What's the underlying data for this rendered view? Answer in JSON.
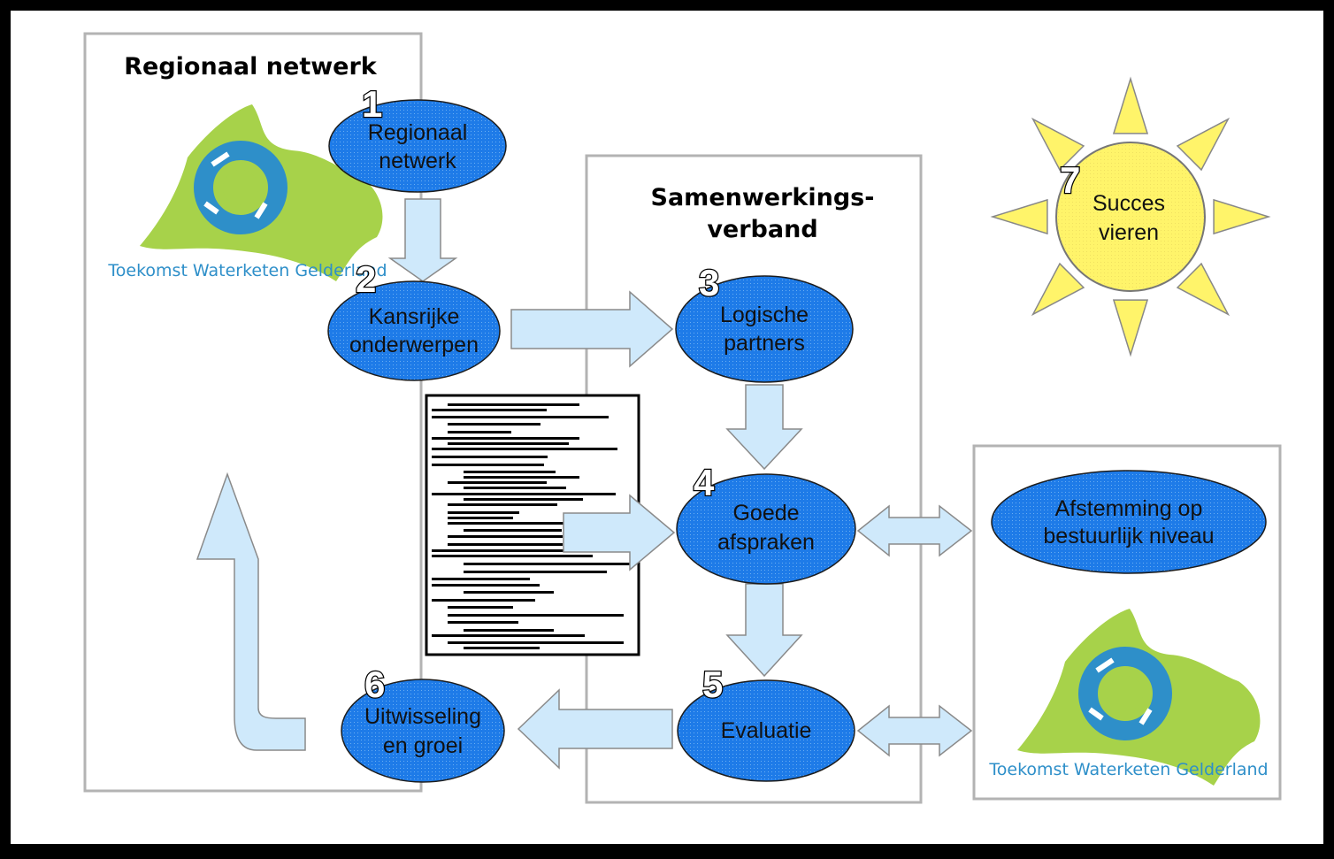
{
  "titles": {
    "regional": "Regionaal netwerk",
    "samen_line1": "Samenwerkings-",
    "samen_line2": "verband"
  },
  "steps": [
    {
      "num": "1",
      "line1": "Regionaal",
      "line2": "netwerk"
    },
    {
      "num": "2",
      "line1": "Kansrijke",
      "line2": "onderwerpen"
    },
    {
      "num": "3",
      "line1": "Logische",
      "line2": "partners"
    },
    {
      "num": "4",
      "line1": "Goede",
      "line2": "afspraken"
    },
    {
      "num": "5",
      "line1": "Evaluatie",
      "line2": ""
    },
    {
      "num": "6",
      "line1": "Uitwisseling",
      "line2": "en groei"
    },
    {
      "num": "7",
      "line1": "Succes",
      "line2": "vieren"
    }
  ],
  "side": {
    "line1": "Afstemming op",
    "line2": "bestuurlijk niveau"
  },
  "logo": {
    "caption": "Toekomst Waterketen Gelderland"
  },
  "colors": {
    "ellipse": "#1e7be8",
    "arrow": "#cfe9fb",
    "sun": "#fff46a",
    "logo_green": "#a7d24a",
    "logo_blue": "#2e8fc9"
  }
}
